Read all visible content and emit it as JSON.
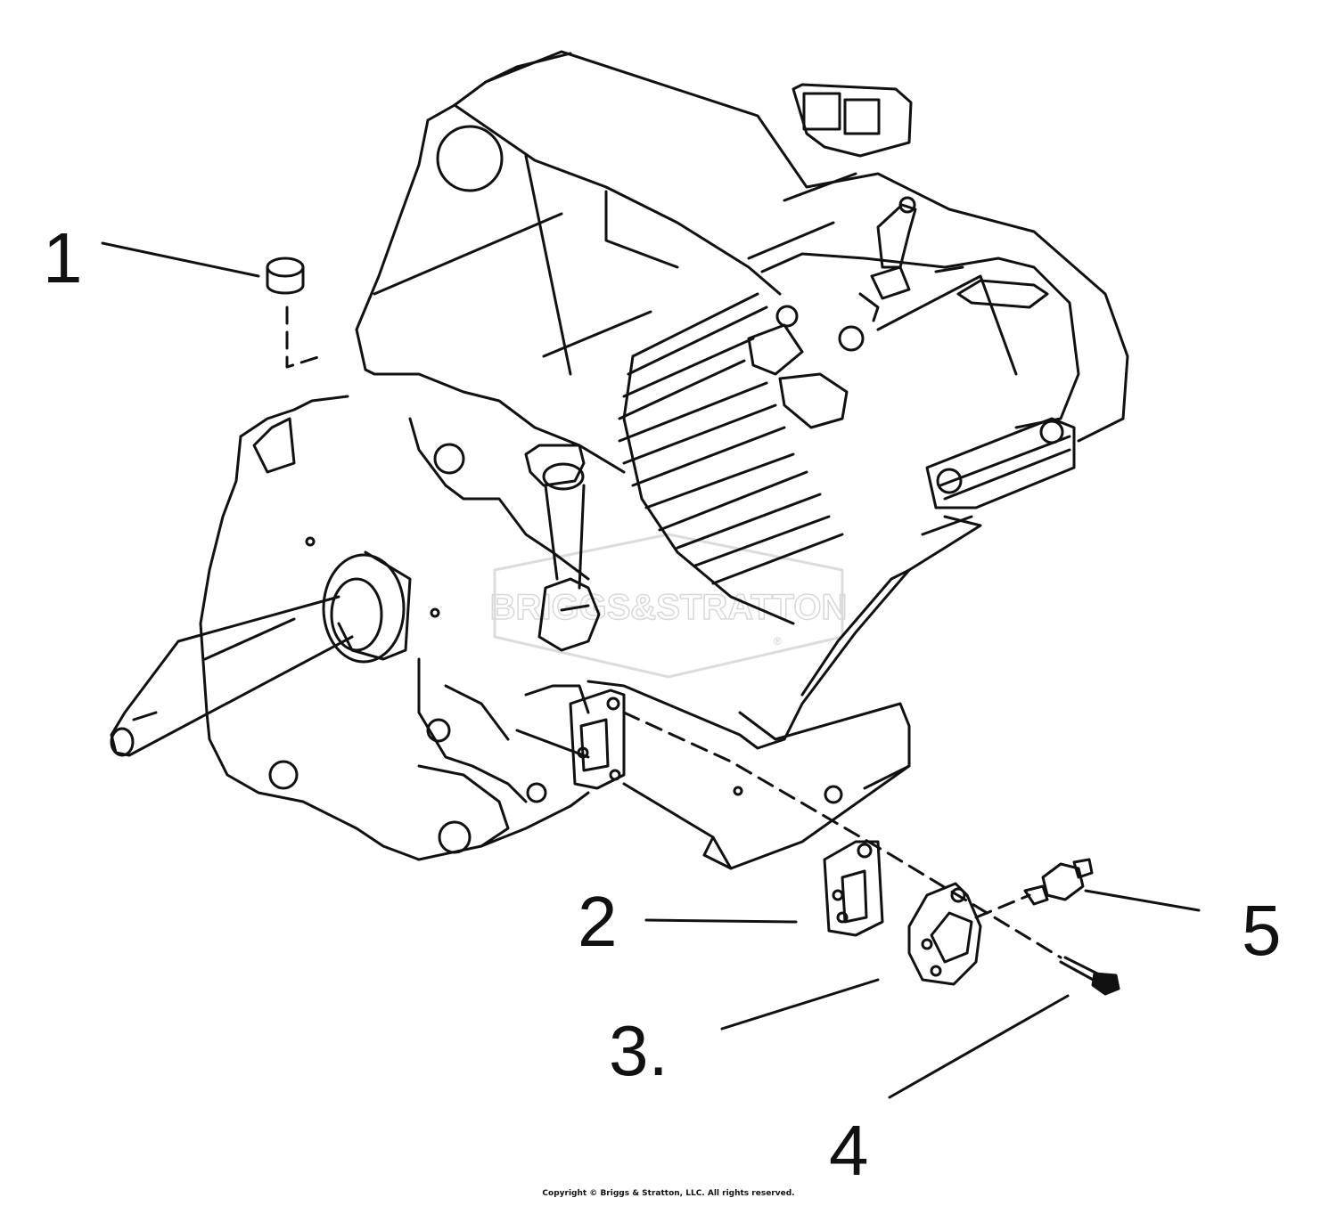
{
  "callouts": {
    "item_1": "1",
    "item_2": "2",
    "item_3": "3.",
    "item_4": "4",
    "item_5": "5"
  },
  "watermark": {
    "text": "BRIGGS&STRATTON",
    "registered": "®"
  },
  "copyright": "Copyright © Briggs & Stratton, LLC. All rights reserved.",
  "colors": {
    "line": "#111111",
    "watermark": "#d8d8d8",
    "background": "#ffffff"
  }
}
